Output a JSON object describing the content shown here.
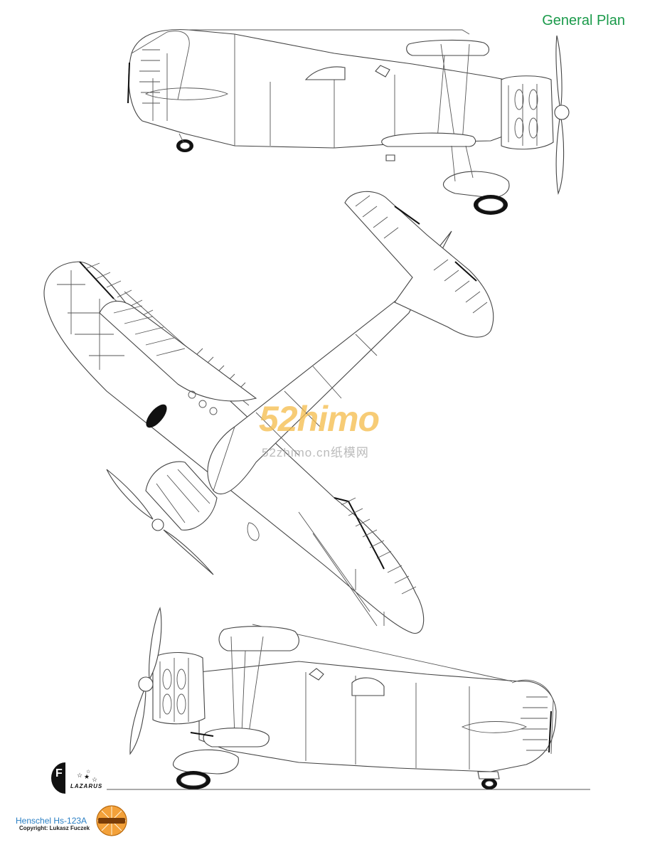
{
  "header": {
    "title": "General Plan"
  },
  "footer": {
    "model_name": "Henschel Hs-123A",
    "copyright": "Copyright: Lukasz Fuczek",
    "brand_logo_text": "LAZARUS"
  },
  "watermark": {
    "main": "52himo",
    "sub": "52zhimo.cn纸模网"
  },
  "colors": {
    "title": "#1a9a4a",
    "model_name": "#2a7fc4",
    "watermark": "#f5be50",
    "line": "#555555"
  },
  "icons": [
    "lazarus-f-logo-icon",
    "star-icon",
    "gizmo-models-badge-icon",
    "propeller-icon"
  ]
}
